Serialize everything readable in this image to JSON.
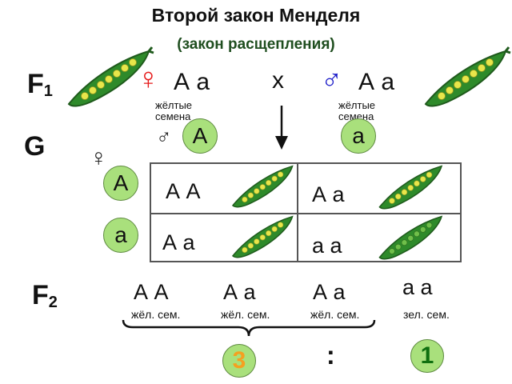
{
  "title": "Второй закон Менделя",
  "subtitle": "(закон расщепления)",
  "labels": {
    "f1": "F",
    "f1_sub": "1",
    "g": "G",
    "f2": "F",
    "f2_sub": "2",
    "cross": "x"
  },
  "symbols": {
    "female": "♀",
    "male": "♂"
  },
  "parents": {
    "female_genotype": "А а",
    "male_genotype": "А а",
    "female_note": "жёлтые\nсемена",
    "male_note": "жёлтые\nсемена"
  },
  "gametes": {
    "male_1": "А",
    "male_2": "а",
    "female_1": "А",
    "female_2": "а"
  },
  "punnett": {
    "cells": [
      "А А",
      "А а",
      "А а",
      "а а"
    ]
  },
  "f2": {
    "genotypes": [
      "А А",
      "А а",
      "А а",
      "а а"
    ],
    "phenotypes": [
      "жёл. сем.",
      "жёл. сем.",
      "жёл. сем.",
      "зел. сем."
    ]
  },
  "ratio": {
    "left": "3",
    "separator": ":",
    "right": "1"
  },
  "colors": {
    "gamete_fill": "#a9e07c",
    "female_symbol": "#e61919",
    "male_symbol": "#1a1ac8",
    "ratio_left": "#f5a020",
    "ratio_right": "#0f6f0f",
    "pod_green": "#2e8a2a",
    "pea_yellow": "#e8e64a"
  }
}
